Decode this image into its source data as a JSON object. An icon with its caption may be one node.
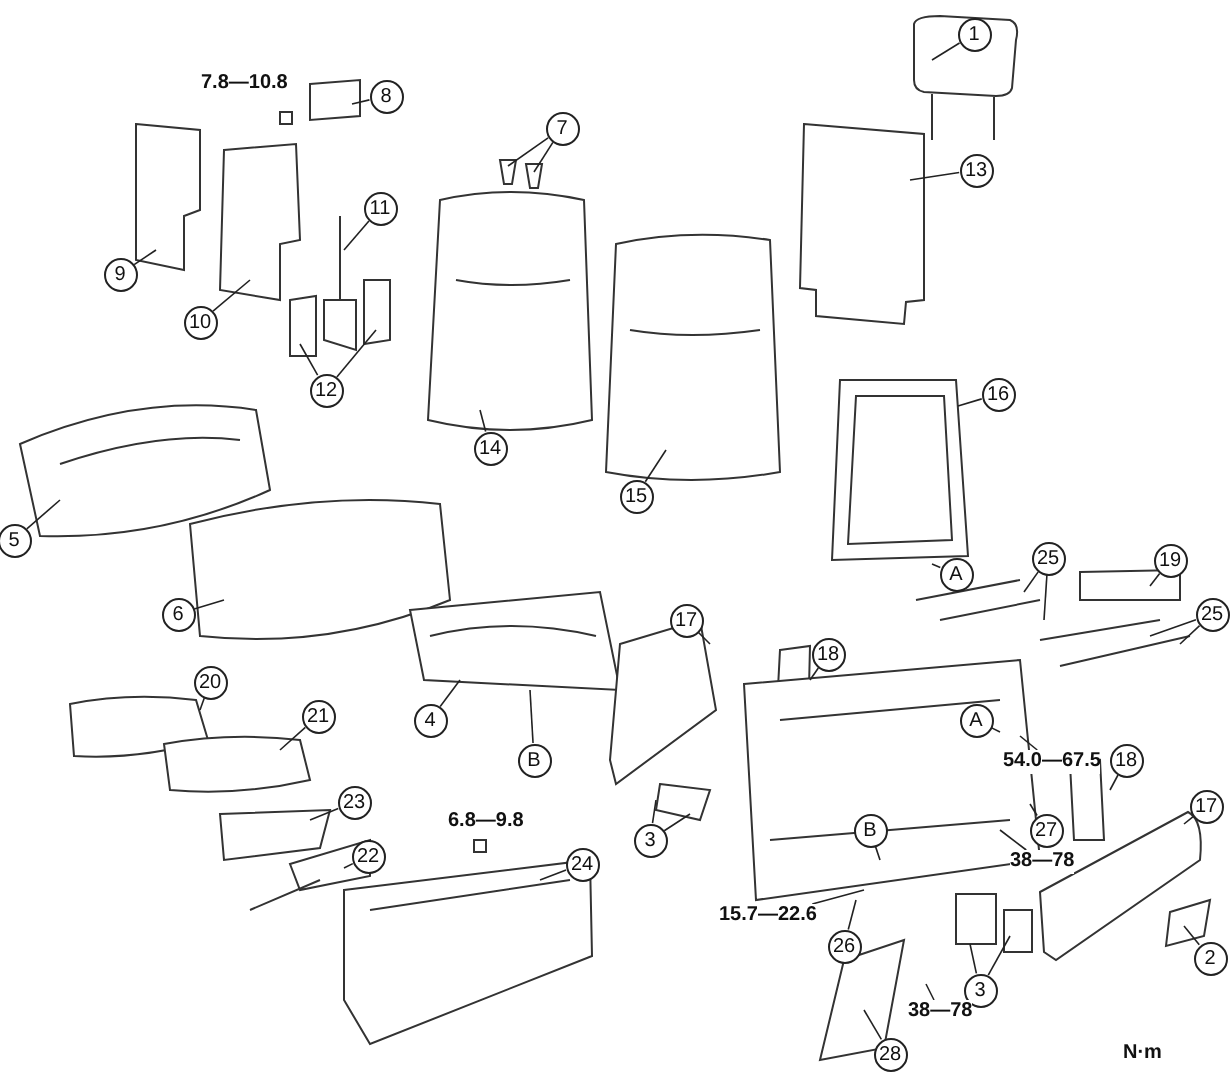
{
  "diagram": {
    "nodes": [
      {
        "text": [
          "1"
        ]
      },
      {
        "text": [
          "7"
        ]
      },
      {
        "text": [
          "8"
        ]
      },
      {
        "text": [
          "11"
        ]
      },
      {
        "text": [
          "9"
        ]
      },
      {
        "text": [
          "10"
        ]
      },
      {
        "text": [
          "12"
        ]
      },
      {
        "text": [
          "14"
        ]
      },
      {
        "text": [
          "13"
        ]
      },
      {
        "text": [
          "15"
        ]
      },
      {
        "text": [
          "16"
        ]
      },
      {
        "text": [
          "5"
        ]
      },
      {
        "text": [
          "6"
        ]
      },
      {
        "text": [
          "20"
        ]
      },
      {
        "text": [
          "21"
        ]
      },
      {
        "text": [
          "4"
        ]
      },
      {
        "text": [
          "B"
        ]
      },
      {
        "text": [
          "A"
        ]
      },
      {
        "text": [
          "17"
        ]
      },
      {
        "text": [
          "18"
        ]
      },
      {
        "text": [
          "25"
        ]
      },
      {
        "text": [
          "19"
        ]
      },
      {
        "text": [
          "25"
        ]
      },
      {
        "text": [
          "23"
        ]
      },
      {
        "text": [
          "22"
        ]
      },
      {
        "text": [
          "24"
        ]
      },
      {
        "text": [
          "3"
        ]
      },
      {
        "text": [
          "A"
        ]
      },
      {
        "text": [
          "54.0—67.5"
        ]
      },
      {
        "text": [
          "18"
        ]
      },
      {
        "text": [
          "17"
        ]
      },
      {
        "text": [
          "27"
        ]
      },
      {
        "text": [
          "38—78"
        ]
      },
      {
        "text": [
          "B"
        ]
      },
      {
        "text": [
          "15.7—22.6"
        ]
      },
      {
        "text": [
          "26"
        ]
      },
      {
        "text": [
          "2"
        ]
      },
      {
        "text": [
          "3"
        ]
      },
      {
        "text": [
          "38—78"
        ]
      },
      {
        "text": [
          "28"
        ]
      },
      {
        "text": [
          "7.8—10.8"
        ]
      },
      {
        "text": [
          "6.8—9.8"
        ]
      }
    ],
    "edges": [
      {
        "from": 0,
        "to": null,
        "arrow": "none"
      },
      {
        "from": 1,
        "to": null,
        "arrow": "none"
      },
      {
        "from": 1,
        "to": null,
        "arrow": "none"
      },
      {
        "from": 2,
        "to": null,
        "arrow": "none"
      },
      {
        "from": 3,
        "to": null,
        "arrow": "none"
      },
      {
        "from": 4,
        "to": null,
        "arrow": "none"
      },
      {
        "from": 5,
        "to": null,
        "arrow": "none"
      },
      {
        "from": 6,
        "to": null,
        "arrow": "none"
      },
      {
        "from": 6,
        "to": null,
        "arrow": "none"
      },
      {
        "from": 7,
        "to": null,
        "arrow": "none"
      },
      {
        "from": 8,
        "to": null,
        "arrow": "none"
      },
      {
        "from": 9,
        "to": null,
        "arrow": "none"
      },
      {
        "from": 10,
        "to": null,
        "arrow": "none"
      },
      {
        "from": 11,
        "to": null,
        "arrow": "none"
      },
      {
        "from": 12,
        "to": null,
        "arrow": "none"
      },
      {
        "from": 13,
        "to": null,
        "arrow": "none"
      },
      {
        "from": 14,
        "to": null,
        "arrow": "none"
      },
      {
        "from": 15,
        "to": null,
        "arrow": "none"
      },
      {
        "from": 16,
        "to": null,
        "arrow": "none"
      },
      {
        "from": 17,
        "to": null,
        "arrow": "none"
      },
      {
        "from": 18,
        "to": null,
        "arrow": "none"
      },
      {
        "from": 19,
        "to": null,
        "arrow": "none"
      },
      {
        "from": 20,
        "to": null,
        "arrow": "none"
      },
      {
        "from": 20,
        "to": null,
        "arrow": "none"
      },
      {
        "from": 21,
        "to": null,
        "arrow": "none"
      },
      {
        "from": 22,
        "to": null,
        "arrow": "none"
      },
      {
        "from": 22,
        "to": null,
        "arrow": "none"
      },
      {
        "from": 23,
        "to": null,
        "arrow": "none"
      },
      {
        "from": 24,
        "to": null,
        "arrow": "none"
      },
      {
        "from": 25,
        "to": null,
        "arrow": "none"
      },
      {
        "from": 26,
        "to": null,
        "arrow": "none"
      },
      {
        "from": 26,
        "to": null,
        "arrow": "none"
      },
      {
        "from": 27,
        "to": null,
        "arrow": "none"
      },
      {
        "from": 28,
        "to": null,
        "arrow": "none"
      },
      {
        "from": 29,
        "to": null,
        "arrow": "none"
      },
      {
        "from": 30,
        "to": null,
        "arrow": "none"
      },
      {
        "from": 31,
        "to": null,
        "arrow": "none"
      },
      {
        "from": 32,
        "to": null,
        "arrow": "none"
      },
      {
        "from": 33,
        "to": null,
        "arrow": "none"
      },
      {
        "from": 34,
        "to": null,
        "arrow": "none"
      },
      {
        "from": 35,
        "to": null,
        "arrow": "none"
      },
      {
        "from": 36,
        "to": null,
        "arrow": "none"
      },
      {
        "from": 37,
        "to": null,
        "arrow": "none"
      },
      {
        "from": 37,
        "to": null,
        "arrow": "none"
      },
      {
        "from": 38,
        "to": null,
        "arrow": "none"
      },
      {
        "from": 39,
        "to": null,
        "arrow": "none"
      }
    ],
    "labels": [
      "N·m"
    ]
  }
}
